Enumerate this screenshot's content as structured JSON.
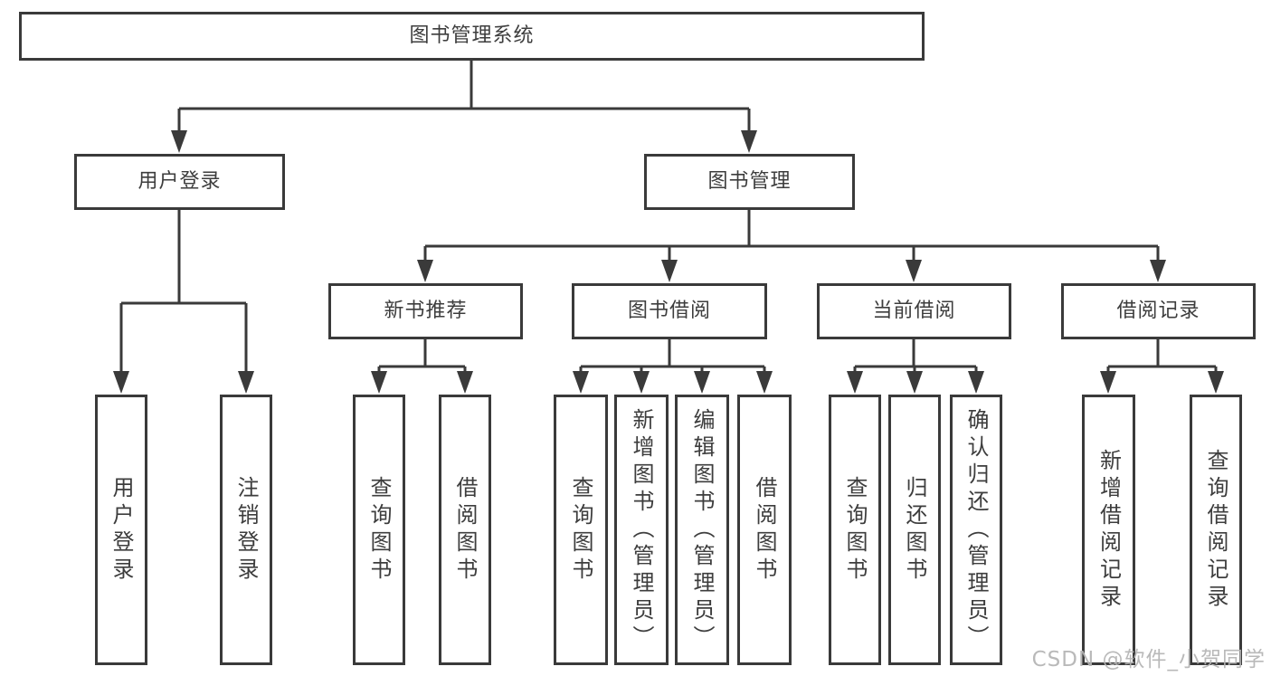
{
  "watermark": "CSDN @软件_小贺同学",
  "colors": {
    "line": "#3a3a3a",
    "text": "#3d3d3d",
    "watermark": "#b4b4b4",
    "background": "#ffffff"
  },
  "tree": {
    "root": "图书管理系统",
    "branches": [
      {
        "label": "用户登录",
        "leaves": [
          "用户登录",
          "注销登录"
        ]
      },
      {
        "label": "图书管理",
        "groups": [
          {
            "label": "新书推荐",
            "leaves": [
              "查询图书",
              "借阅图书"
            ]
          },
          {
            "label": "图书借阅",
            "leaves": [
              "查询图书",
              "新增图书（管理员）",
              "编辑图书（管理员）",
              "借阅图书"
            ]
          },
          {
            "label": "当前借阅",
            "leaves": [
              "查询图书",
              "归还图书",
              "确认归还（管理员）"
            ]
          },
          {
            "label": "借阅记录",
            "leaves": [
              "新增借阅记录",
              "查询借阅记录"
            ]
          }
        ]
      }
    ]
  }
}
